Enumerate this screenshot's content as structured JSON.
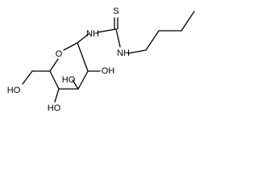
{
  "molecule": {
    "atoms": {
      "ring_o": "O",
      "nh1": "NH",
      "s": "S",
      "nh2": "NH",
      "oh_c6": "HO",
      "oh_c4": "HO",
      "oh_c3": "HO",
      "oh_c2": "OH"
    }
  }
}
